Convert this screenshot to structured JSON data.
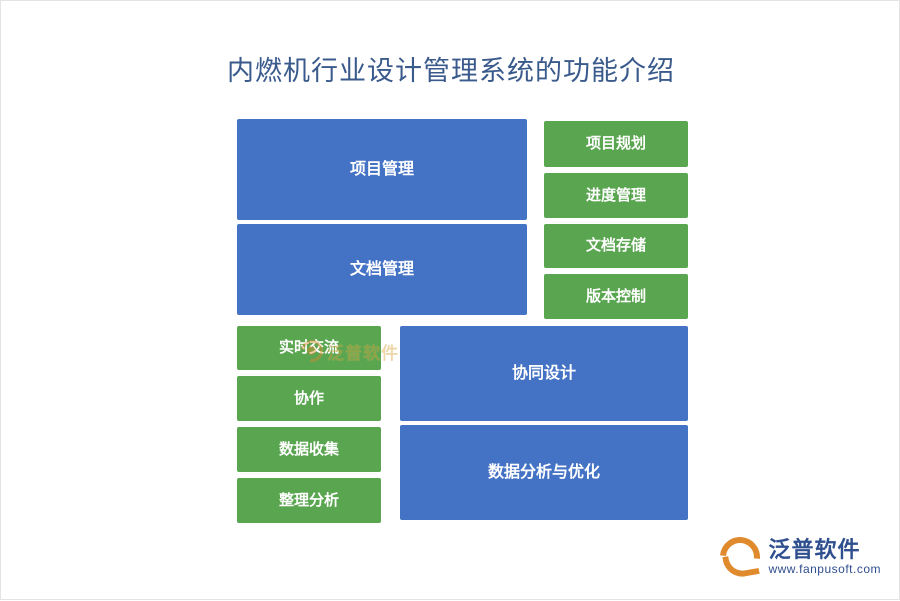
{
  "page": {
    "title": "内燃机行业设计管理系统的功能介绍",
    "colors": {
      "title": "#3a5a8c",
      "blue_box": "#4472c4",
      "green_box": "#5aa550",
      "logo": "#2f4f8f",
      "logo_mark": "#e08a2e",
      "background": "#ffffff"
    }
  },
  "diagram": {
    "type": "block-diagram",
    "blue_boxes": [
      {
        "id": "project-mgmt",
        "label": "项目管理"
      },
      {
        "id": "doc-mgmt",
        "label": "文档管理"
      },
      {
        "id": "collab-design",
        "label": "协同设计"
      },
      {
        "id": "data-analysis",
        "label": "数据分析与优化"
      }
    ],
    "green_boxes": [
      {
        "id": "project-plan",
        "label": "项目规划"
      },
      {
        "id": "progress-mgmt",
        "label": "进度管理"
      },
      {
        "id": "doc-storage",
        "label": "文档存储"
      },
      {
        "id": "version-ctrl",
        "label": "版本控制"
      },
      {
        "id": "realtime",
        "label": "实时交流"
      },
      {
        "id": "cooperation",
        "label": "协作"
      },
      {
        "id": "data-collect",
        "label": "数据收集"
      },
      {
        "id": "sort-analyze",
        "label": "整理分析"
      }
    ]
  },
  "watermark": {
    "center_text": "泛普软件"
  },
  "logo": {
    "name": "泛普软件",
    "url": "www.fanpusoft.com"
  }
}
